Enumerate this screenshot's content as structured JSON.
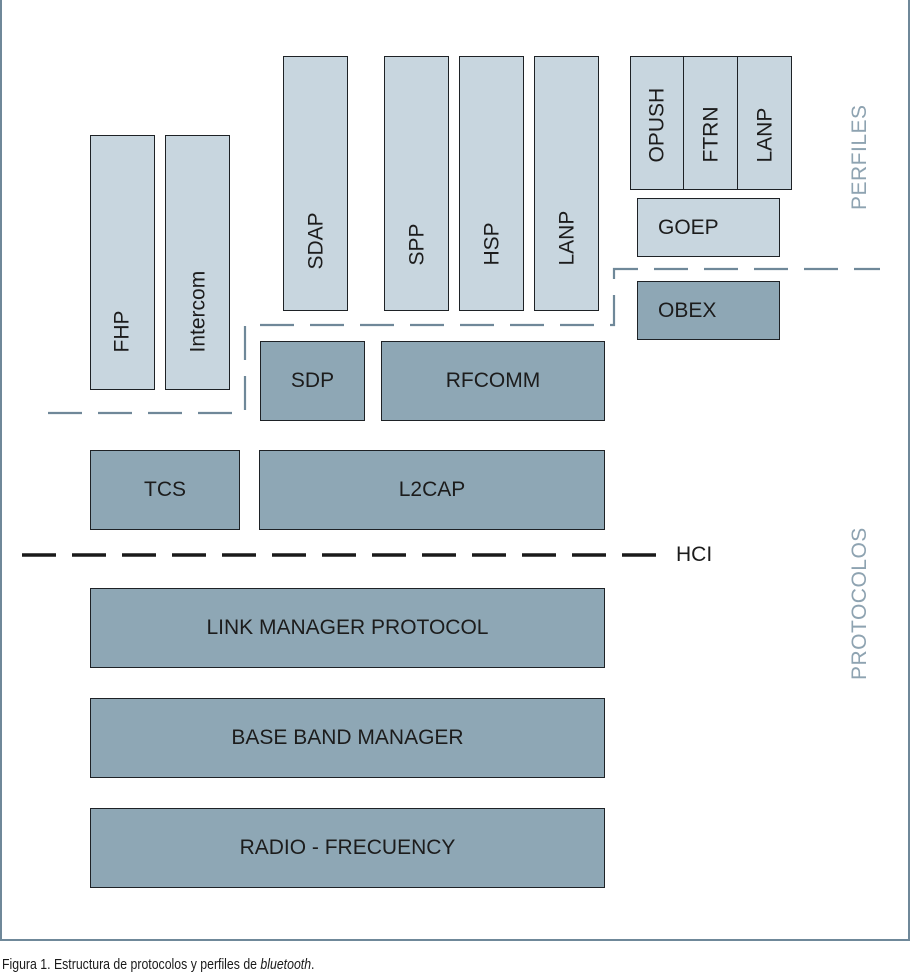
{
  "diagram": {
    "profiles_label": "PERFILES",
    "protocols_label": "PROTOCOLOS",
    "hci_label": "HCI",
    "profiles": {
      "fhp": "FHP",
      "intercom": "Intercom",
      "sdap": "SDAP",
      "spp": "SPP",
      "hsp": "HSP",
      "lanp": "LANP",
      "opush": "OPUSH",
      "ftrn": "FTRN",
      "lanp_obex": "LANP",
      "goep": "GOEP"
    },
    "protocols": {
      "obex": "OBEX",
      "sdp": "SDP",
      "rfcomm": "RFCOMM",
      "tcs": "TCS",
      "l2cap": "L2CAP",
      "lmp": "LINK MANAGER PROTOCOL",
      "baseband": "BASE BAND MANAGER",
      "radio": "RADIO - FRECUENCY"
    },
    "colors": {
      "profile_fill": "#c8d6df",
      "protocol_fill": "#8ea7b5",
      "frame_and_label": "#6f8899",
      "hci_line": "#1a1a1a"
    }
  },
  "caption": {
    "prefix": "Figura 1. Estructura de protocolos y perfiles de ",
    "italic": "bluetooth",
    "suffix": "."
  }
}
